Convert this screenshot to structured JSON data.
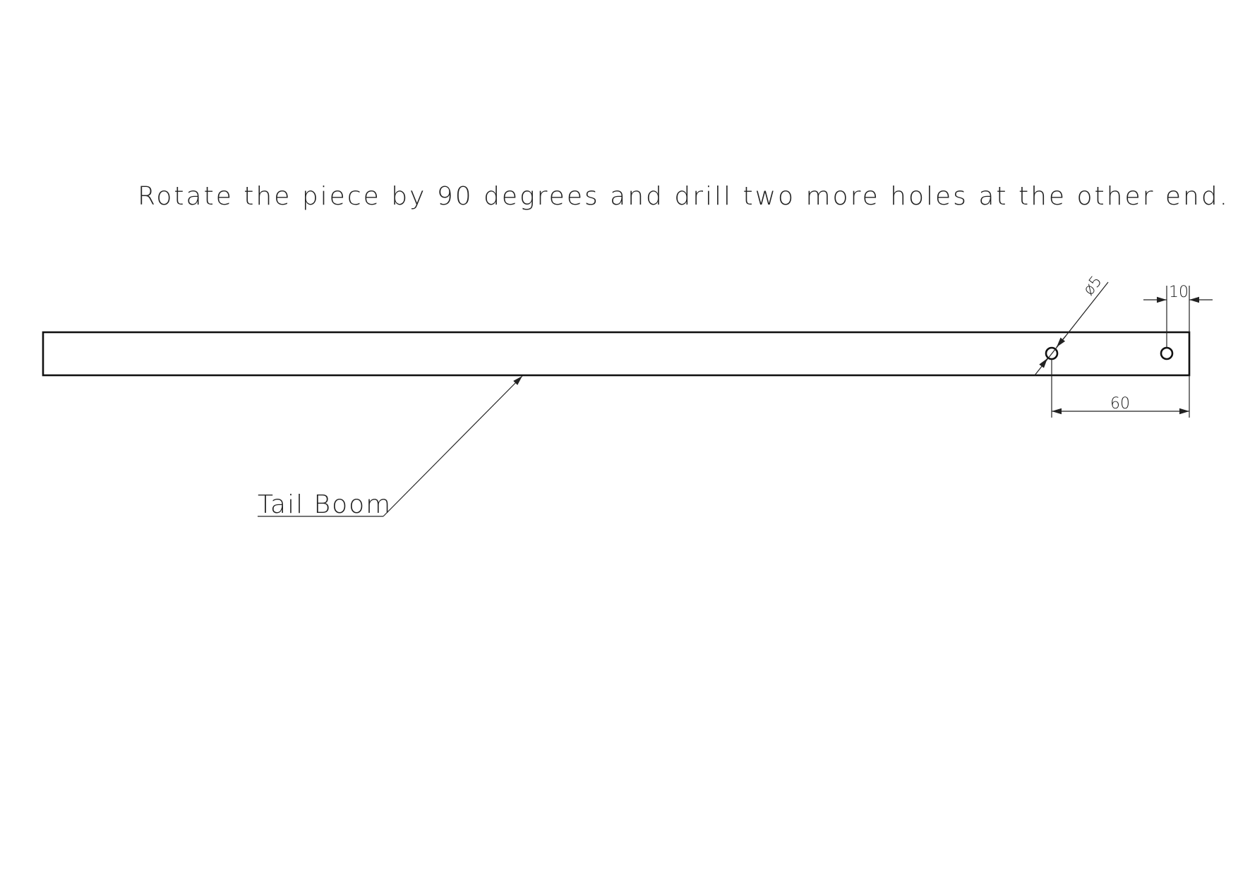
{
  "instruction": "Rotate the piece by 90 degrees and drill two more holes at the other end.",
  "part_label": "Tail Boom",
  "dimensions": {
    "hole_diameter": "ø5",
    "edge_offset": "10",
    "hole_spacing": "60"
  },
  "colors": {
    "line": "#111111",
    "background": "#ffffff"
  }
}
